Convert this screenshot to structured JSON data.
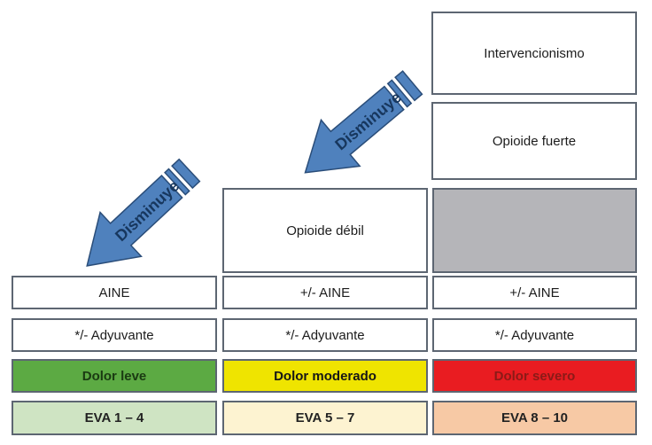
{
  "diagram": {
    "arrow_label": "Disminuye",
    "steps": {
      "intervencionismo": "Intervencionismo",
      "opioide_fuerte": "Opioide fuerte",
      "opioide_debil": "Opioide débil"
    },
    "columns": [
      {
        "name": "leve",
        "aine": "AINE",
        "adyuvante": "*/- Adyuvante",
        "dolor": "Dolor leve",
        "eva": "EVA 1 – 4"
      },
      {
        "name": "moderado",
        "aine": "+/- AINE",
        "adyuvante": "*/- Adyuvante",
        "dolor": "Dolor moderado",
        "eva": "EVA 5 – 7"
      },
      {
        "name": "severo",
        "aine": "+/- AINE",
        "adyuvante": "*/- Adyuvante",
        "dolor": "Dolor severo",
        "eva": "EVA 8 – 10"
      }
    ]
  },
  "colors": {
    "box_border": "#5d6672",
    "gray_box_bg": "#b5b5b9",
    "arrow_fill": "#4f81bd",
    "arrow_stroke": "#2a4d79",
    "arrow_text": "#17375e",
    "dolor_leve_bg": "#5caa43",
    "dolor_moderado_bg": "#efe400",
    "dolor_severo_bg": "#e91c21",
    "dolor_leve_text": "#1a3a12",
    "dolor_moderado_text": "#161616",
    "dolor_severo_text": "#8b1a17",
    "eva_leve_bg": "#cfe4c3",
    "eva_moderado_bg": "#fdf3d1",
    "eva_severo_bg": "#f7c9a5"
  }
}
